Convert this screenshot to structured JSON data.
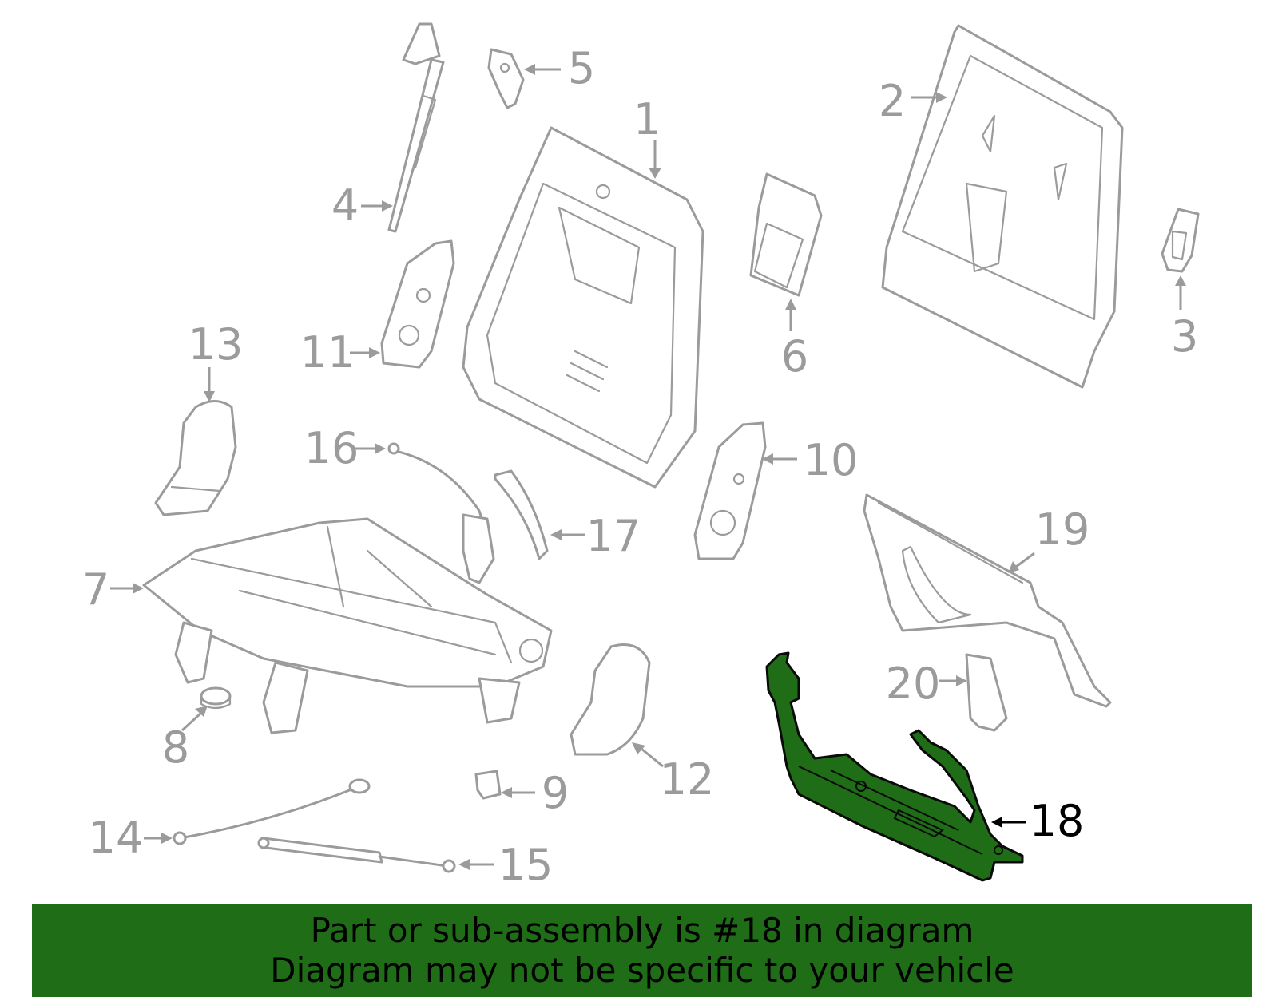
{
  "callouts": {
    "c1": "1",
    "c2": "2",
    "c3": "3",
    "c4": "4",
    "c5": "5",
    "c6": "6",
    "c7": "7",
    "c8": "8",
    "c9": "9",
    "c10": "10",
    "c11": "11",
    "c12": "12",
    "c13": "13",
    "c14": "14",
    "c15": "15",
    "c16": "16",
    "c17": "17",
    "c18": "18",
    "c19": "19",
    "c20": "20"
  },
  "highlighted_part": "18",
  "colors": {
    "highlight": "#1f6d17",
    "line": "#9b9b9b"
  },
  "banner": {
    "line1": "Part or sub-assembly is #18 in diagram",
    "line2": "Diagram may not be specific to your vehicle"
  }
}
